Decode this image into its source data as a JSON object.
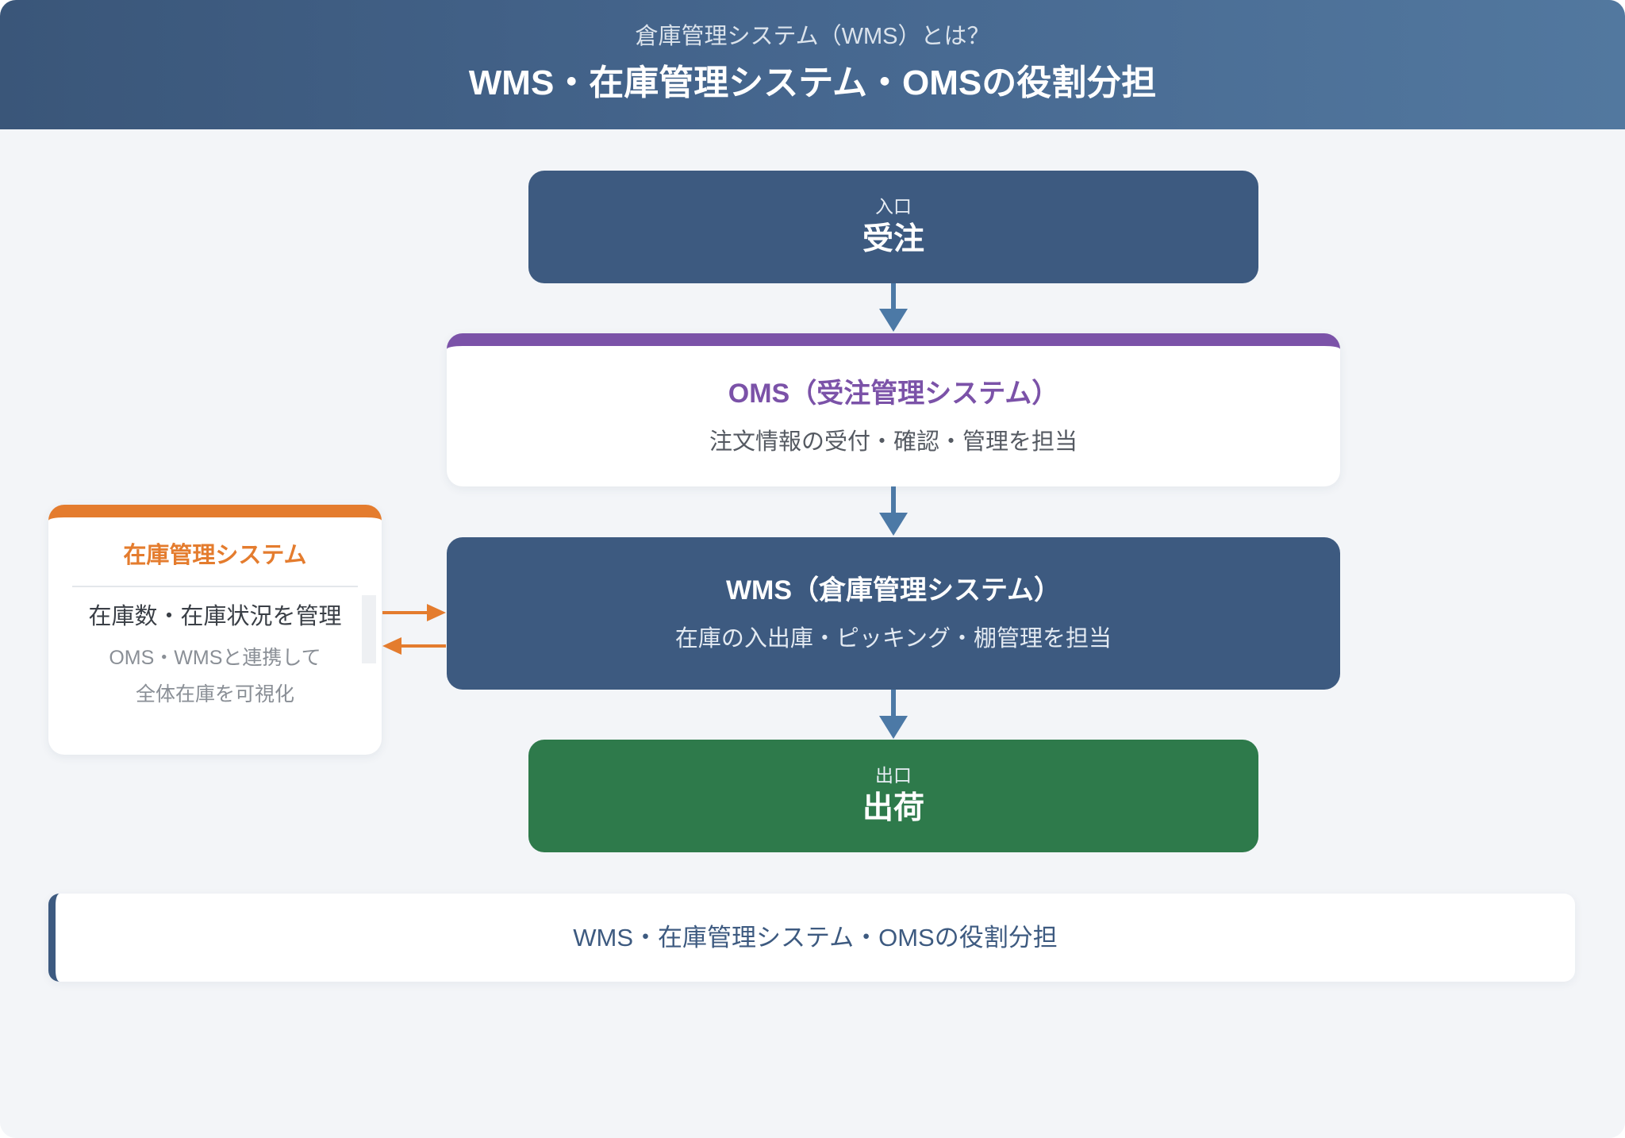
{
  "header": {
    "subtitle": "倉庫管理システム（WMS）とは？",
    "title": "WMS・在庫管理システム・OMSの役割分担"
  },
  "flow": {
    "entry": {
      "label": "入口",
      "title": "受注"
    },
    "oms": {
      "title": "OMS（受注管理システム）",
      "description": "注文情報の受付・確認・管理を担当"
    },
    "wms": {
      "title": "WMS（倉庫管理システム）",
      "description": "在庫の入出庫・ピッキング・棚管理を担当"
    },
    "exit": {
      "label": "出口",
      "title": "出荷"
    }
  },
  "inventory": {
    "title": "在庫管理システム",
    "main_text": "在庫数・在庫状況を管理",
    "note_lines": [
      "OMS・WMSと連携して",
      "全体在庫を可視化"
    ]
  },
  "footer_note": {
    "text": "WMS・在庫管理システム・OMSの役割分担"
  },
  "colors": {
    "header_start": "#3a5679",
    "header_end": "#52789f",
    "primary_dark_blue": "#3d5a80",
    "oms_purple": "#7b52a8",
    "inventory_orange": "#e47c2e",
    "exit_green": "#2e7a4b",
    "flow_arrow_blue": "#4c79a6",
    "background": "#f3f5f8"
  }
}
